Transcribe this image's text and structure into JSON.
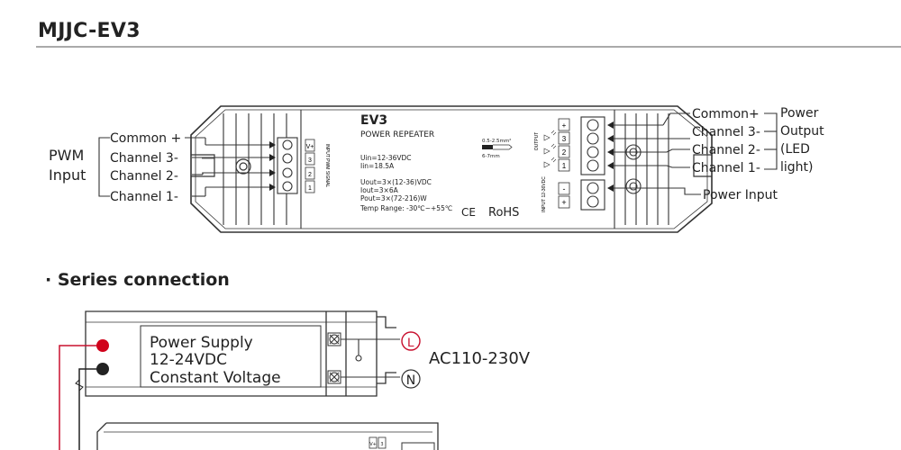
{
  "header": {
    "title": "MJJC-EV3"
  },
  "device": {
    "model": "EV3",
    "subtitle": "POWER REPEATER",
    "spec_in_1": "Uin=12-36VDC",
    "spec_in_2": "Iin=18.5A",
    "spec_out_1": "Uout=3×(12-36)VDC",
    "spec_out_2": "Iout=3×6A",
    "spec_out_3": "Pout=3×(72-216)W",
    "spec_temp": "Temp Range: -30℃~+55℃",
    "ce_mark": "CE",
    "rohs": "RoHS",
    "strip_label": "0.5-2.5mm²",
    "strip_length": "6-7mm",
    "input_pwm_label": "INPUT PWM SIGNAL",
    "output_label": "OUTPUT",
    "input_power_label": "INPUT 12-36VDC",
    "left_terminals": [
      "V+",
      "3",
      "2",
      "1"
    ],
    "right_output_terminals": [
      "+",
      "3",
      "2",
      "1"
    ],
    "right_power_terminals": [
      "-",
      "+"
    ]
  },
  "left_labels": {
    "group_1": "PWM",
    "group_2": "Input",
    "lines": [
      "Common +",
      "Channel 3-",
      "Channel 2-",
      "Channel 1-"
    ]
  },
  "right_labels": {
    "lines": [
      "Common+",
      "Channel 3-",
      "Channel 2-",
      "Channel 1-"
    ],
    "group": [
      "Power",
      "Output",
      "(LED",
      "light)"
    ],
    "power_input": "Power Input"
  },
  "series": {
    "heading": "· Series connection",
    "psu_line_1": "Power Supply",
    "psu_line_2": "12-24VDC",
    "psu_line_3": "Constant Voltage",
    "live": "L",
    "neutral": "N",
    "ac": "AC110-230V",
    "lower_terminals": [
      "V+",
      "3"
    ]
  }
}
